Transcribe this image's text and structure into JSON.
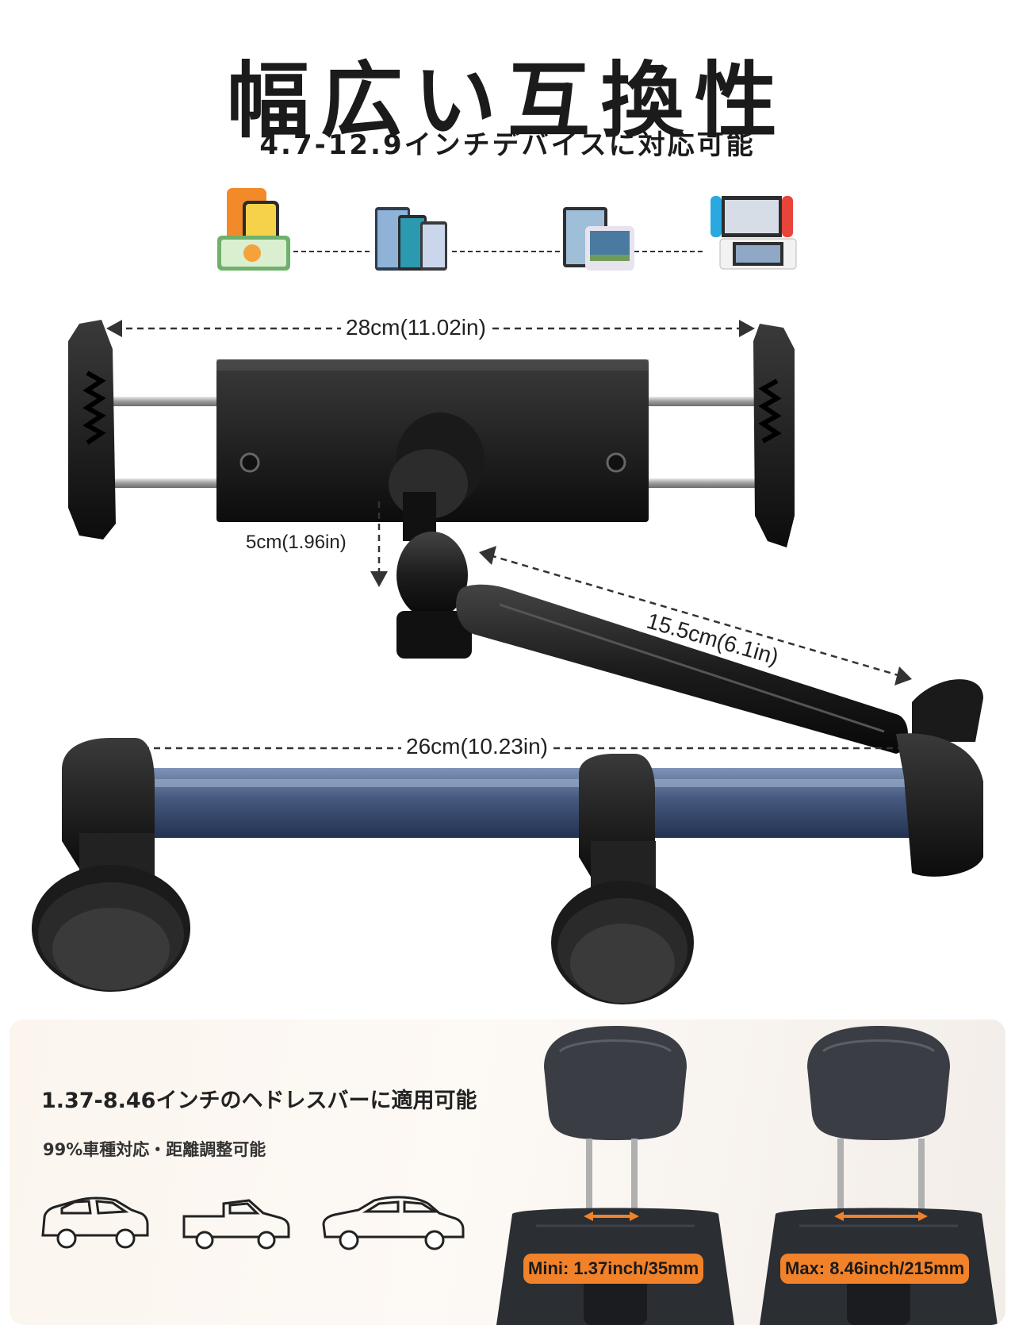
{
  "header": {
    "title": "幅広い互換性",
    "subtitle": "4.7-12.9インチデバイスに対応可能"
  },
  "devices": [
    {
      "icon": "smartphones-icon"
    },
    {
      "icon": "tablets-icon"
    },
    {
      "icon": "handheld-game-console-icon"
    },
    {
      "icon": "nintendo-switch-icon"
    }
  ],
  "dimensions": {
    "clamp_width": "28cm(11.02in)",
    "clamp_height": "5cm(1.96in)",
    "arm_length": "15.5cm(6.1in)",
    "bar_length": "26cm(10.23in)"
  },
  "headrest": {
    "heading": "1.37-8.46インチのヘドレスバーに適用可能",
    "subheading": "99%車種対応・距離調整可能",
    "car_icons": [
      "hatchback-car-icon",
      "pickup-truck-icon",
      "sedan-car-icon"
    ],
    "min_label": "Mini: 1.37inch/35mm",
    "max_label": "Max: 8.46inch/215mm",
    "accent_color": "#f1822a"
  }
}
